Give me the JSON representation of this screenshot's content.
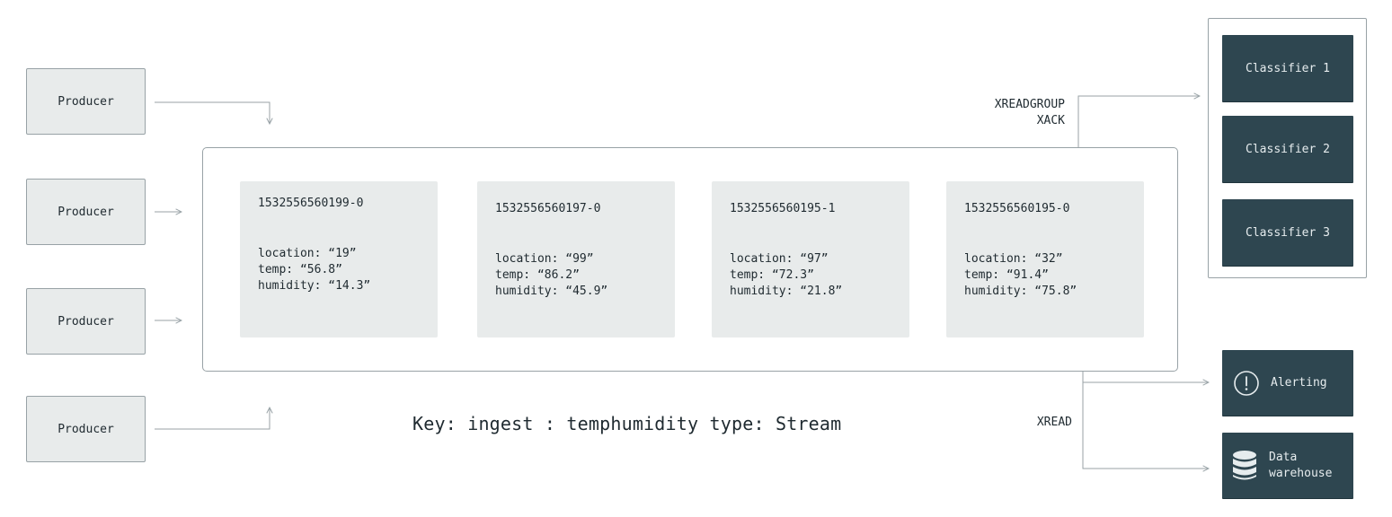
{
  "producers": [
    {
      "label": "Producer"
    },
    {
      "label": "Producer"
    },
    {
      "label": "Producer"
    },
    {
      "label": "Producer"
    }
  ],
  "stream": {
    "key_label": "Key: ingest : temphumidity type: Stream",
    "entries": [
      {
        "id": "1532556560199-0",
        "location": "location: “19”",
        "temp": "temp: “56.8”",
        "humidity": "humidity: “14.3”"
      },
      {
        "id": "1532556560197-0",
        "location": "location: “99”",
        "temp": "temp: “86.2”",
        "humidity": "humidity: “45.9”"
      },
      {
        "id": "1532556560195-1",
        "location": "location: “97”",
        "temp": "temp: “72.3”",
        "humidity": "humidity: “21.8”"
      },
      {
        "id": "1532556560195-0",
        "location": "location: “32”",
        "temp": "temp: “91.4”",
        "humidity": "humidity: “75.8”"
      }
    ]
  },
  "commands": {
    "group_read": "XREADGROUP",
    "ack": "XACK",
    "read": "XREAD"
  },
  "consumers": {
    "classifiers": [
      {
        "label": "Classifier 1"
      },
      {
        "label": "Classifier 2"
      },
      {
        "label": "Classifier 3"
      }
    ],
    "alerting": {
      "label": "Alerting",
      "icon": "alert-circle-icon"
    },
    "warehouse": {
      "label_line1": "Data",
      "label_line2": "warehouse",
      "icon": "database-icon"
    }
  },
  "colors": {
    "producer_fill": "#e8ebeb",
    "consumer_fill": "#2e4650",
    "line": "#98a2a6"
  }
}
